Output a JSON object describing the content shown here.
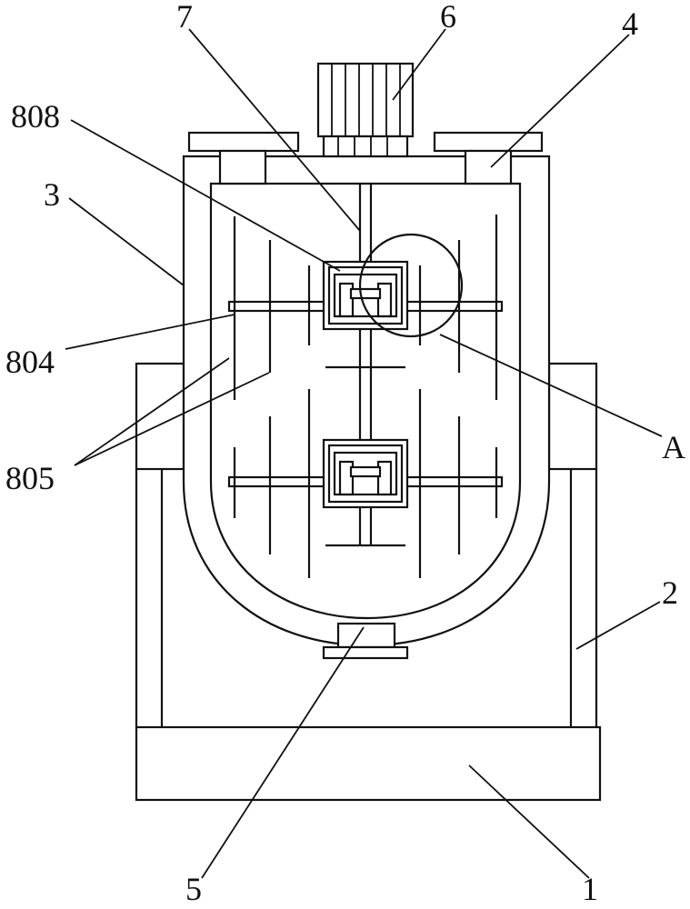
{
  "labels": {
    "l1": "1",
    "l2": "2",
    "l3": "3",
    "l4": "4",
    "l5": "5",
    "l6": "6",
    "l7": "7",
    "l804": "804",
    "l805": "805",
    "l808": "808",
    "lA": "A"
  }
}
